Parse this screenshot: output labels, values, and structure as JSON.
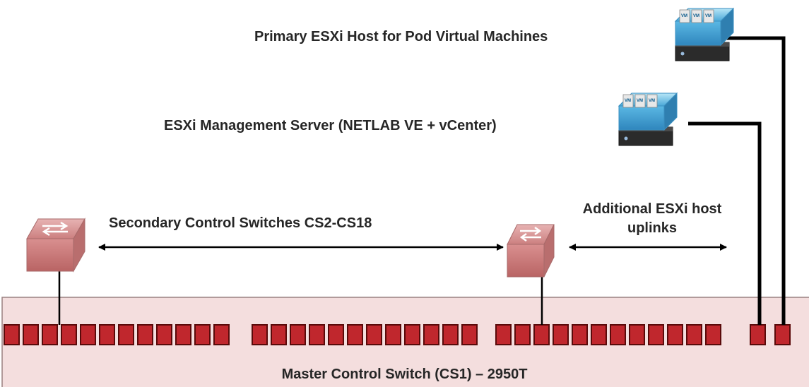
{
  "diagram": {
    "primary_host_label": "Primary ESXi Host for Pod Virtual Machines",
    "management_server_label": "ESXi Management Server (NETLAB VE + vCenter)",
    "secondary_switches_label": "Secondary Control Switches CS2-CS18",
    "additional_uplinks_label": "Additional ESXi host uplinks",
    "master_switch_label": "Master Control Switch (CS1) – 2950T",
    "server_badge": "VM",
    "colors": {
      "switch_body": "#f4dede",
      "port_fill": "#c0272d",
      "port_stroke": "#5a0a0a",
      "server_cube": "#6cc3e8",
      "line": "#000000"
    }
  }
}
